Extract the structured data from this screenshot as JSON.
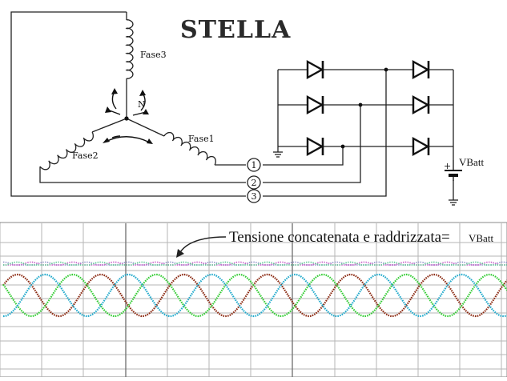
{
  "diagram": {
    "title": "STELLA",
    "labels": {
      "phase3": "Fase3",
      "phase2": "Fase2",
      "phase1": "Fase1",
      "neutral": "N",
      "battery": "VBatt",
      "plus": "+",
      "terminal1": "1",
      "terminal2": "2",
      "terminal3": "3"
    }
  },
  "waveform": {
    "annotation_main": "Tensione concatenata e raddrizzata=",
    "annotation_sub": "VBatt",
    "colors": {
      "brown": "#8b2a12",
      "green": "#33cc33",
      "cyan": "#22aacc",
      "ripple": [
        "#9999cc",
        "#cc66cc",
        "#66cc99"
      ],
      "grid": "#b5b5b5"
    }
  }
}
